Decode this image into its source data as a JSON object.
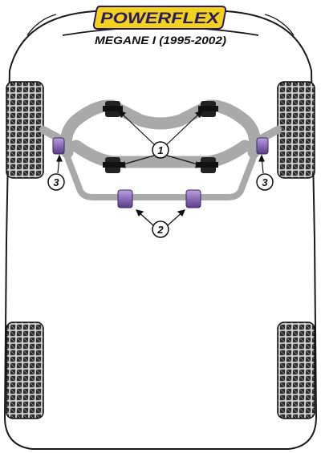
{
  "brand": {
    "name": "POWERFLEX",
    "colors": {
      "yellow": "#f3d21d",
      "purple": "#2a1b63"
    }
  },
  "vehicle": {
    "model": "MEGANE I (1995-2002)"
  },
  "callouts": {
    "one": "1",
    "two": "2",
    "three_left": "3",
    "three_right": "3"
  },
  "colors": {
    "body_outline": "#1a1a1a",
    "subframe": "#a9a9a9",
    "bush_dark": "#222222",
    "bush_purple": "#8d70b8",
    "tyre": "#262626"
  }
}
